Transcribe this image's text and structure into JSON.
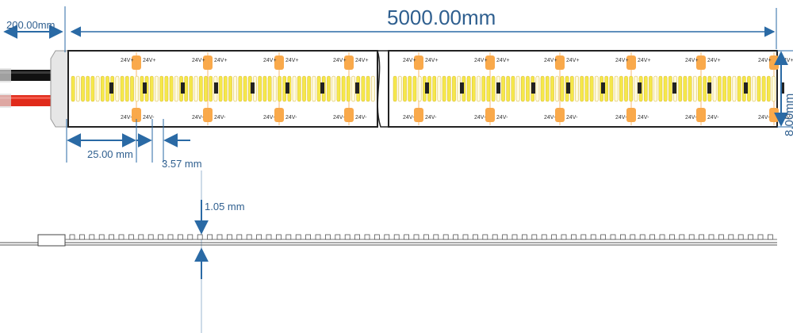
{
  "colors": {
    "dimension": "#2a6aa5",
    "dimension_text": "#2f5f8f",
    "pad": "#f9a94b",
    "led_yellow": "#f5e84a",
    "led_white": "#fffbe0",
    "strip_border": "#222222",
    "wire_black": "#111111",
    "wire_red": "#e02a1a"
  },
  "dimensions": {
    "wire_length": "200.00mm",
    "total_length": "5000.00mm",
    "strip_width": "8.00mm",
    "cut_unit": "25.00 mm",
    "led_pitch": "3.57 mm",
    "thickness": "1.05 mm"
  },
  "pad_labels": {
    "positive": "24V+",
    "negative": "24V-"
  }
}
